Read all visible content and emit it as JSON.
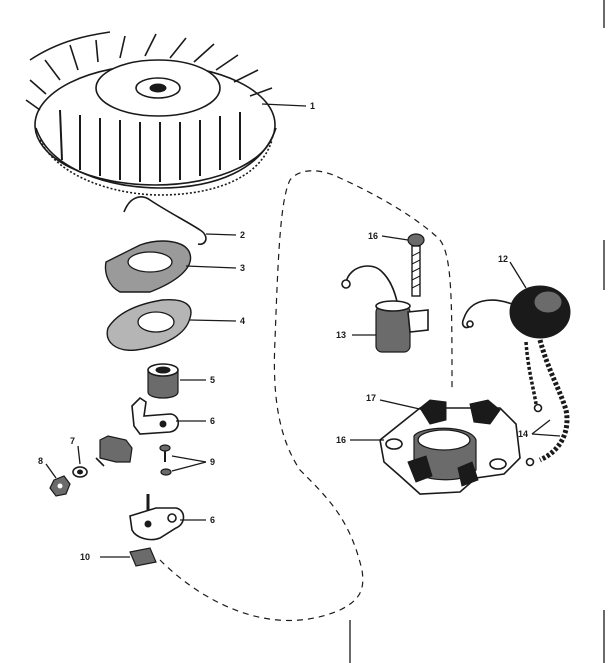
{
  "callouts": [
    {
      "id": "flywheel",
      "label": "1"
    },
    {
      "id": "spring-clip",
      "label": "2"
    },
    {
      "id": "dust-cover",
      "label": "3"
    },
    {
      "id": "gasket",
      "label": "4"
    },
    {
      "id": "cam-bushing",
      "label": "5"
    },
    {
      "id": "breaker-arm",
      "label": "6"
    },
    {
      "id": "washer",
      "label": "7"
    },
    {
      "id": "nut",
      "label": "8"
    },
    {
      "id": "screws",
      "label": "9"
    },
    {
      "id": "breaker-plate",
      "label": "6"
    },
    {
      "id": "felt-wick",
      "label": "10"
    },
    {
      "id": "coil",
      "label": "12"
    },
    {
      "id": "condenser",
      "label": "13"
    },
    {
      "id": "lead-wires",
      "label": "14"
    },
    {
      "id": "stator-base",
      "label": "16"
    },
    {
      "id": "stator-screw",
      "label": "16"
    },
    {
      "id": "stator-bracket",
      "label": "17"
    }
  ]
}
